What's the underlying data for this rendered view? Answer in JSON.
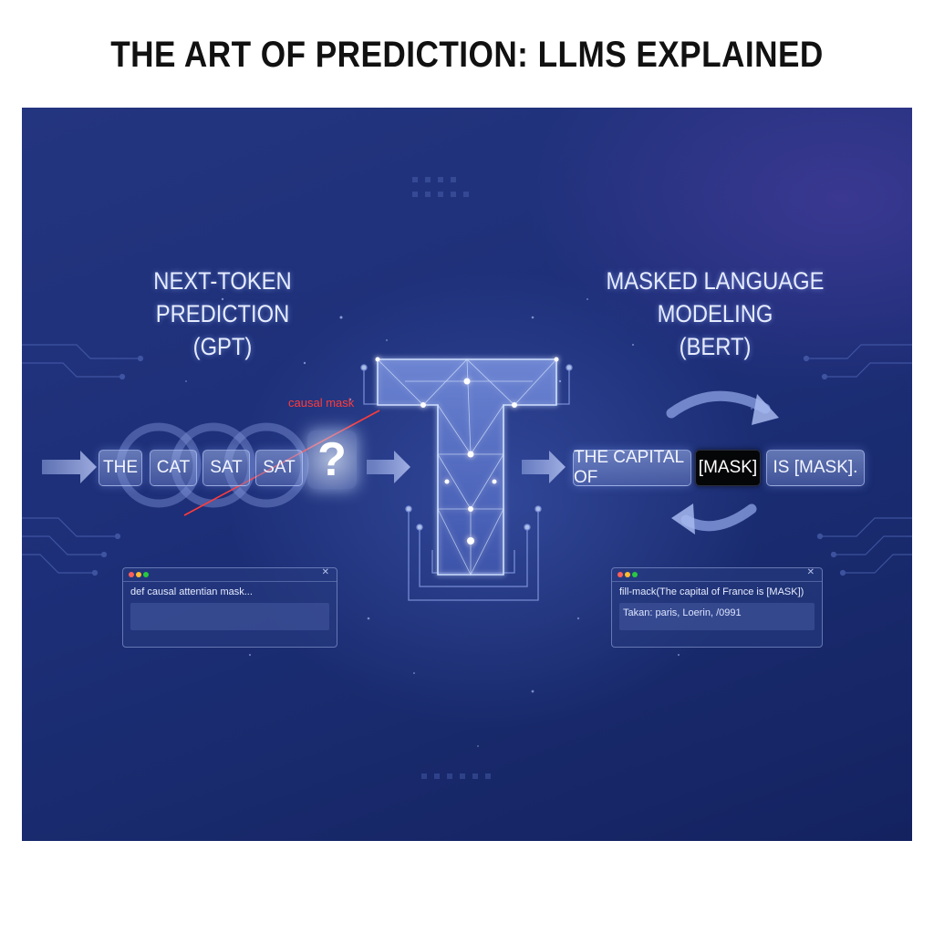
{
  "title": "THE ART OF PREDICTION: LLMS EXPLAINED",
  "left": {
    "heading_line1": "NEXT-TOKEN PREDICTION",
    "heading_line2": "(GPT)",
    "tokens": [
      "THE",
      "CAT",
      "SAT",
      "SAT"
    ],
    "unknown_token": "?",
    "mask_label": "causal mask",
    "code_line": "def causal attentian mask..."
  },
  "right": {
    "heading_line1": "MASKED LANGUAGE MODELING",
    "heading_line2": "(BERT)",
    "tokens": [
      "THE CAPITAL OF",
      "[MASK]",
      "IS  [MASK]."
    ],
    "code_line": "fill-mack(The capital of France is [MASK])",
    "output_line": "Takan: paris, Loerin, /0991"
  },
  "center": {
    "symbol": "transformer-t-icon"
  },
  "colors": {
    "accent_glow": "#9db8ff",
    "mask_red": "#ff3b3b",
    "token_dark": "#050608",
    "panel_bg": "#1d2f78"
  }
}
